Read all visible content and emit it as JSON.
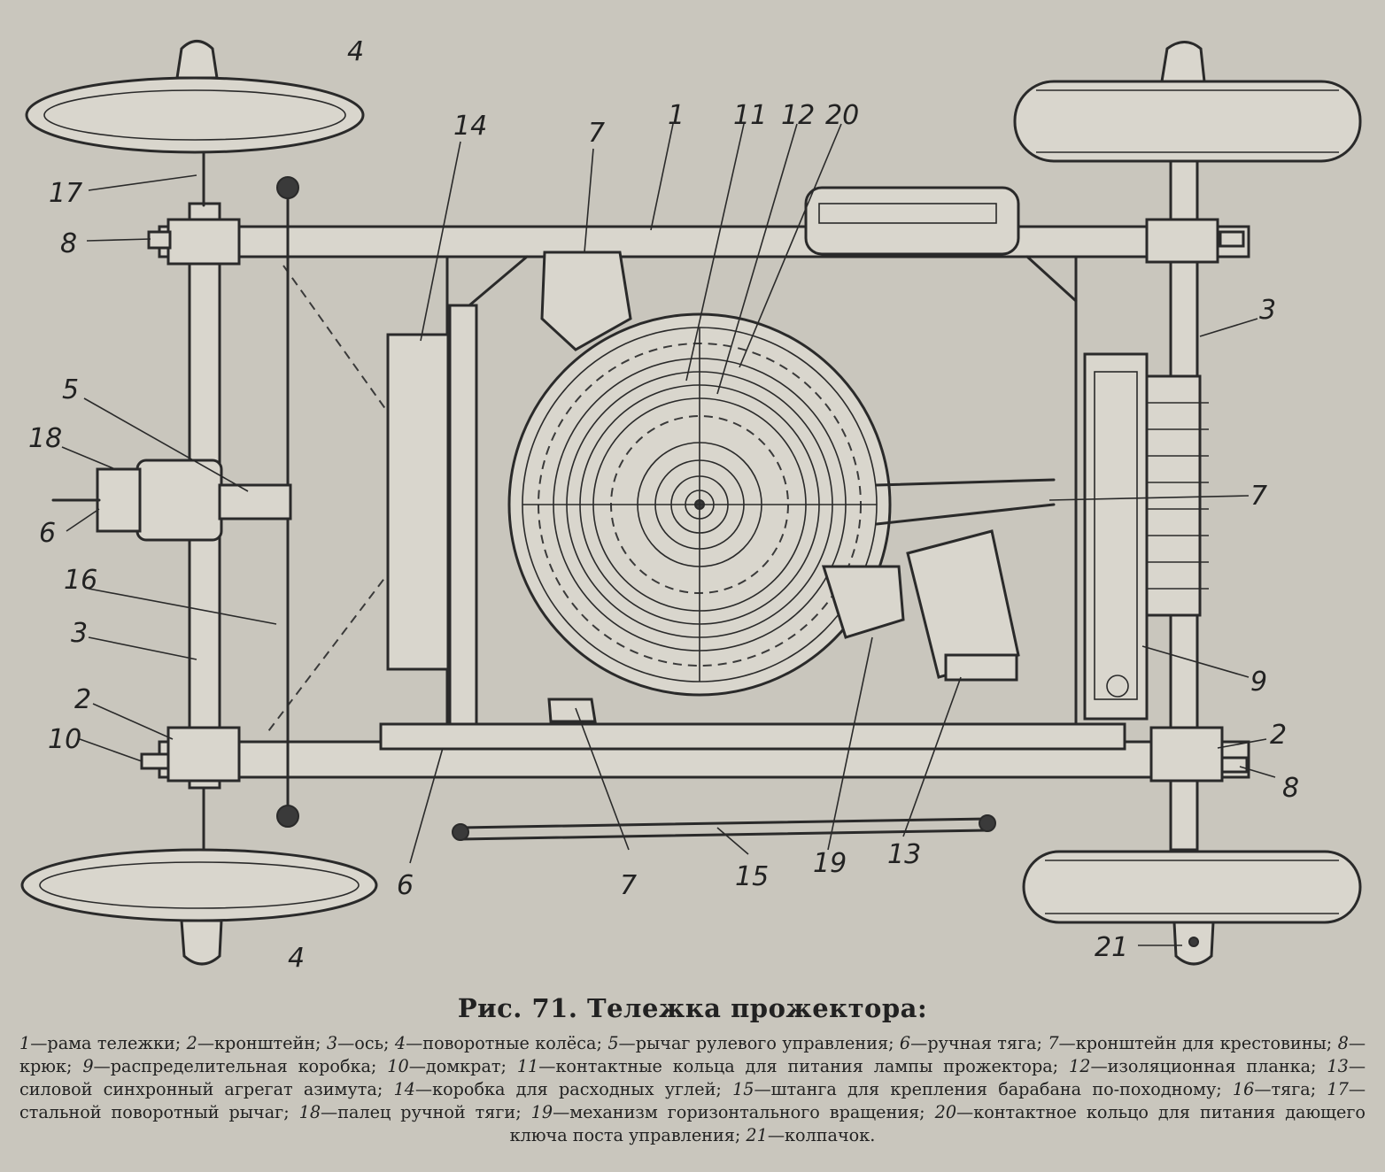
{
  "figure": {
    "title": "Рис. 71. Тележка прожектора:",
    "legend": [
      {
        "n": "1",
        "text": "рама тележки"
      },
      {
        "n": "2",
        "text": "кронштейн"
      },
      {
        "n": "3",
        "text": "ось"
      },
      {
        "n": "4",
        "text": "поворотные колёса"
      },
      {
        "n": "5",
        "text": "рычаг рулевого управления"
      },
      {
        "n": "6",
        "text": "ручная тяга"
      },
      {
        "n": "7",
        "text": "кронштейн для крестовины"
      },
      {
        "n": "8",
        "text": "крюк"
      },
      {
        "n": "9",
        "text": "распределительная коробка"
      },
      {
        "n": "10",
        "text": "домкрат"
      },
      {
        "n": "11",
        "text": "контактные кольца для питания лампы прожектора"
      },
      {
        "n": "12",
        "text": "изоляционная планка"
      },
      {
        "n": "13",
        "text": "силовой синхронный агрегат азимута"
      },
      {
        "n": "14",
        "text": "коробка для расходных углей"
      },
      {
        "n": "15",
        "text": "штанга для крепления барабана по-походному"
      },
      {
        "n": "16",
        "text": "тяга"
      },
      {
        "n": "17",
        "text": "стальной поворотный рычаг"
      },
      {
        "n": "18",
        "text": "палец ручной тяги"
      },
      {
        "n": "19",
        "text": "механизм горизонтального вращения"
      },
      {
        "n": "20",
        "text": "контактное кольцо для питания дающего ключа поста управления"
      },
      {
        "n": "21",
        "text": "колпачок"
      }
    ]
  },
  "callouts": {
    "c4_top": "4",
    "c14": "14",
    "c7_top": "7",
    "c1": "1",
    "c11": "11",
    "c12": "12",
    "c20": "20",
    "c17": "17",
    "c8_left": "8",
    "c3_right": "3",
    "c5": "5",
    "c18": "18",
    "c6_left": "6",
    "c7_right": "7",
    "c16": "16",
    "c3_left": "3",
    "c9": "9",
    "c2_left": "2",
    "c2_right": "2",
    "c10": "10",
    "c8_right": "8",
    "c6_bottom": "6",
    "c7_bottom": "7",
    "c15": "15",
    "c19": "19",
    "c13": "13",
    "c4_bottom": "4",
    "c21": "21"
  }
}
